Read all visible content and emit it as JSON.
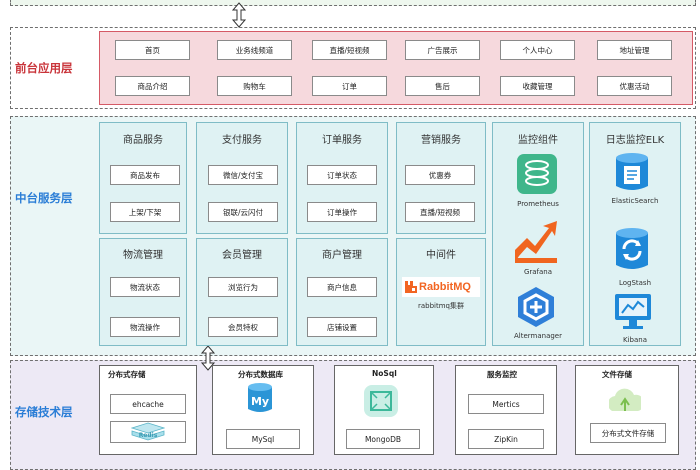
{
  "layers": {
    "front": "前台应用层",
    "middle": "中台服务层",
    "storage": "存储技术层"
  },
  "front_cells": [
    [
      "首页",
      "业务线频道",
      "直播/短视频",
      "广告展示",
      "个人中心",
      "地址管理"
    ],
    [
      "商品介绍",
      "购物车",
      "订单",
      "售后",
      "收藏管理",
      "优惠活动"
    ]
  ],
  "services": {
    "goods": {
      "title": "商品服务",
      "items": [
        "商品发布",
        "上架/下架"
      ]
    },
    "pay": {
      "title": "支付服务",
      "items": [
        "微信/支付宝",
        "银联/云闪付"
      ]
    },
    "order": {
      "title": "订单服务",
      "items": [
        "订单状态",
        "订单操作"
      ]
    },
    "marketing": {
      "title": "营销服务",
      "items": [
        "优惠券",
        "直播/短视频"
      ]
    },
    "logistics": {
      "title": "物流管理",
      "items": [
        "物流状态",
        "物流操作"
      ]
    },
    "member": {
      "title": "会员管理",
      "items": [
        "浏览行为",
        "会员特权"
      ]
    },
    "merchant": {
      "title": "商户管理",
      "items": [
        "商户信息",
        "店铺设置"
      ]
    },
    "middleware": {
      "title": "中间件",
      "logo": "RabbitMQ",
      "caption": "rabbitmq集群"
    }
  },
  "monitor": {
    "title": "监控组件",
    "tools": [
      "Prometheus",
      "Grafana",
      "Altermanager"
    ]
  },
  "elk": {
    "title": "日志监控ELK",
    "tools": [
      "ElasticSearch",
      "LogStash",
      "Kibana"
    ]
  },
  "storage": {
    "dist_cache": {
      "title": "分布式存储",
      "items": [
        "ehcache",
        "Redis"
      ]
    },
    "dist_db": {
      "title": "分布式数据库",
      "logo": "My",
      "item": "MySql"
    },
    "nosql": {
      "title": "NoSql",
      "item": "MongoDB"
    },
    "svc_monitor": {
      "title": "服务监控",
      "items": [
        "Mertics",
        "ZipKin"
      ]
    },
    "file": {
      "title": "文件存储",
      "item": "分布式文件存储"
    }
  },
  "colors": {
    "front_accent": "#c9343a",
    "mid_accent": "#2a7dd6",
    "prometheus": "#3fb68b",
    "grafana": "#f0651f",
    "alertmanager": "#2f7fd8",
    "elk_blue": "#1e88d8",
    "rabbit": "#f26522"
  }
}
